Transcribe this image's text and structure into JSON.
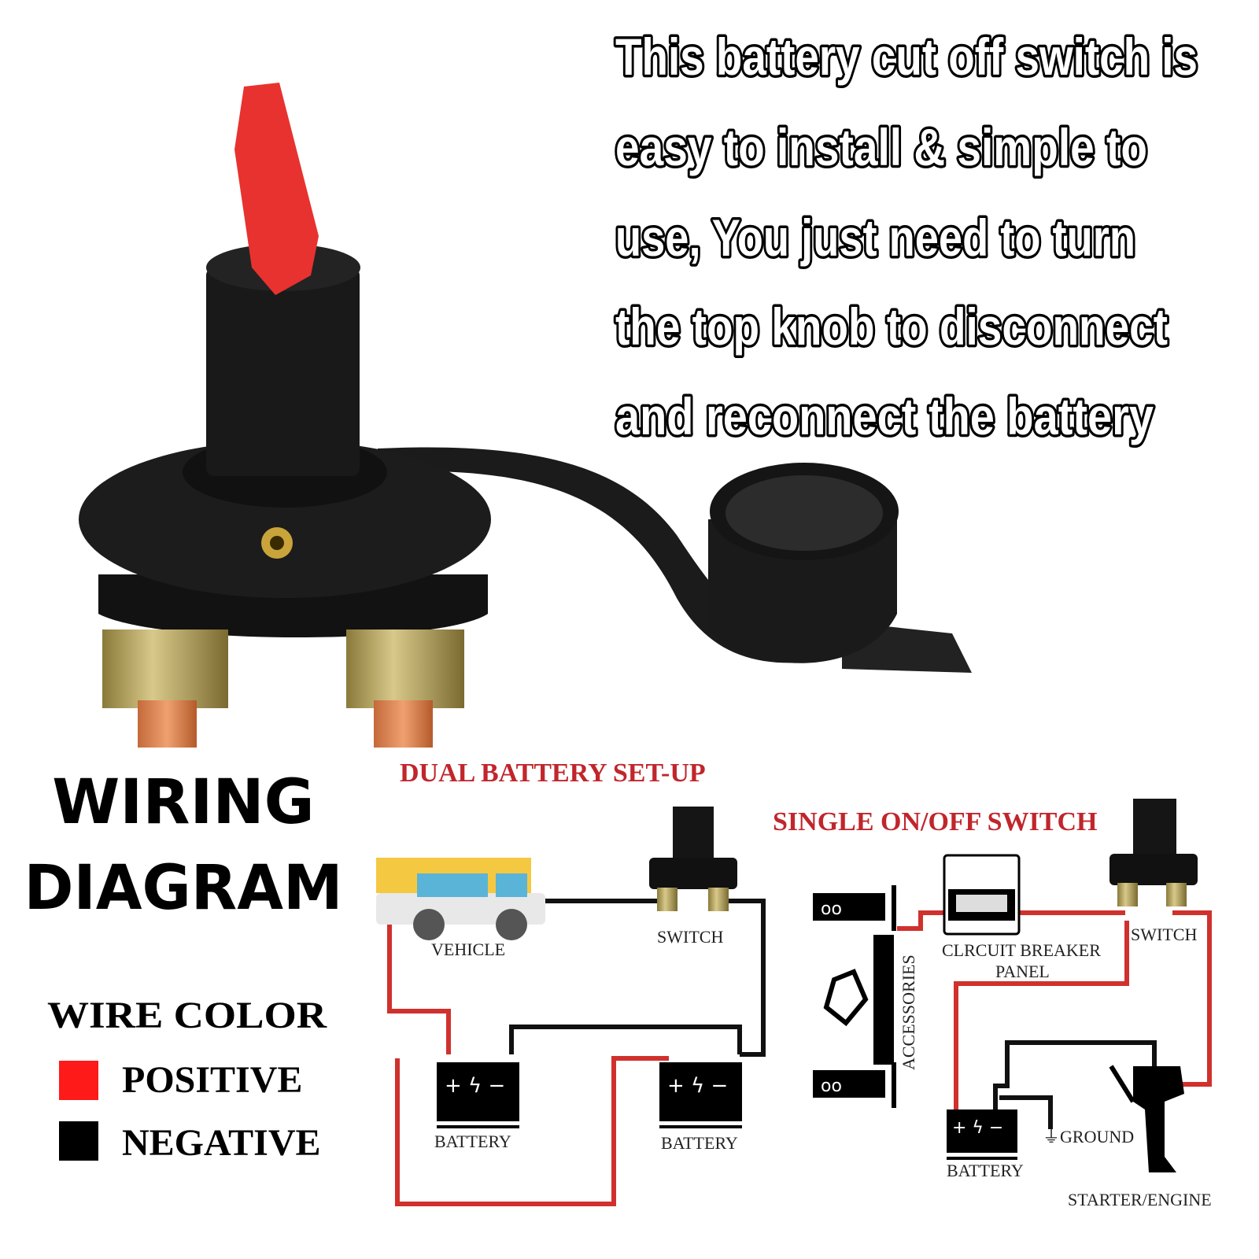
{
  "promo": {
    "lines": [
      "This battery cut off switch is",
      "easy to install & simple to",
      "use, You just need to turn",
      "the top knob to disconnect",
      "and reconnect the battery"
    ]
  },
  "heading": {
    "line1": "WIRING",
    "line2": "DIAGRAM"
  },
  "legend": {
    "title": "WIRE COLOR",
    "items": [
      {
        "label": "POSITIVE",
        "color": "#ff1a1a"
      },
      {
        "label": "NEGATIVE",
        "color": "#000000"
      }
    ]
  },
  "diagram_left": {
    "title": "DUAL BATTERY  SET-UP",
    "vehicle": "VEHICLE",
    "switch": "SWITCH",
    "battery1": "BATTERY",
    "battery2": "BATTERY"
  },
  "diagram_right": {
    "title": "SINGLE ON/OFF  SWITCH",
    "breaker1": "CLRCUIT BREAKER",
    "breaker2": "PANEL",
    "switch": "SWITCH",
    "accessories": "ACCESSORIES",
    "ground": "GROUND",
    "battery": "BATTERY",
    "engine": "STARTER/ENGINE"
  },
  "colors": {
    "positive_wire": "#d0312d",
    "negative_wire": "#111111",
    "knob": "#e8322f",
    "title_red": "#c0262c"
  }
}
